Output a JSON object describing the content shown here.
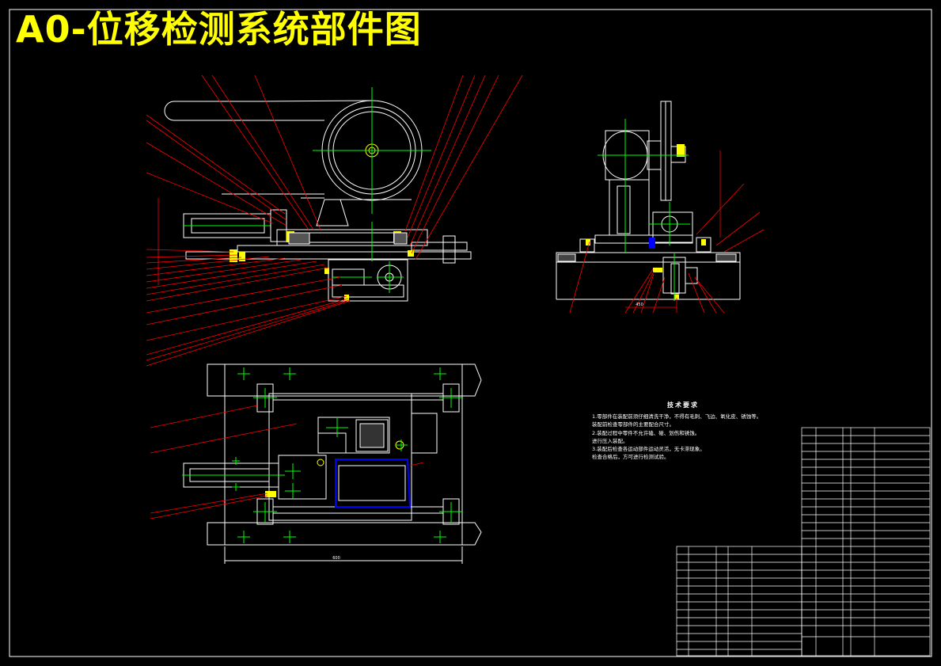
{
  "title": "A0-位移检测系统部件图",
  "tech_requirements": {
    "heading": "技术要求",
    "items": [
      "1.零部件在装配前须仔细清洗干净，不得有毛刺、飞边、氧化皮、锈蚀等。",
      "  装配前检查零部件的主要配合尺寸。",
      "2.装配过程中零件不允许磕、碰、划伤和锈蚀。",
      "  进行压入装配。",
      "3.装配后检查各运动部件运动灵活，无卡滞现象。",
      "  检查合格后，方可进行检测试验。"
    ]
  },
  "dimensions": {
    "width_main": "600",
    "width_side": "450"
  },
  "colors": {
    "frame": "#ffffff",
    "part": "#ffffff",
    "center": "#00ff00",
    "leader": "#ff0000",
    "title": "#ffff00",
    "highlight": "#0000ff",
    "bolt": "#ffff00"
  }
}
